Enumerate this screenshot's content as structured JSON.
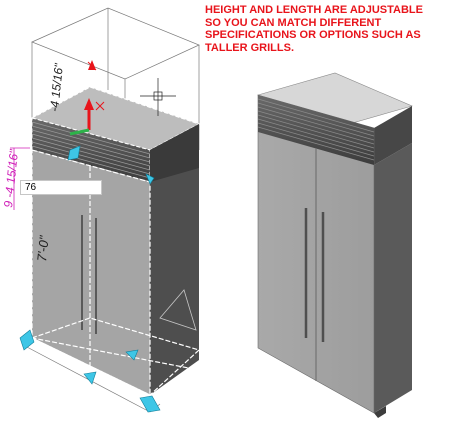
{
  "caption": {
    "lines": [
      "HEIGHT AND LENGTH ARE ADJUSTABLE",
      "SO YOU CAN MATCH DIFFERENT",
      "SPECIFICATIONS OR OPTIONS SUCH AS",
      "TALLER GRILLS."
    ]
  },
  "dimensions": {
    "grill_height_label": "-4 15/16\"",
    "overall_height_label": "7'-0\"",
    "magenta_label": "9 -4 15/16\""
  },
  "input": {
    "value": "76"
  },
  "colors": {
    "caption": "#e8141b",
    "grip": "#3ec6e6",
    "dimension_magenta": "#d01fb8",
    "panel_gray": "#a6a6a6"
  },
  "icons": [
    "grip-handle-icon",
    "ucs-axis-icon",
    "crosshair-icon"
  ]
}
